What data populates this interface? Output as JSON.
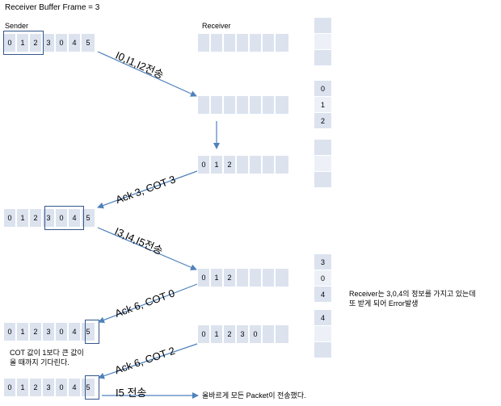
{
  "title": "Receiver Buffer Frame = 3",
  "sender_label": "Sender",
  "receiver_label": "Receiver",
  "sender_rows": [
    [
      "0",
      "1",
      "2",
      "3",
      "0",
      "4",
      "5"
    ],
    [
      "0",
      "1",
      "2",
      "3",
      "0",
      "4",
      "5"
    ],
    [
      "0",
      "1",
      "2",
      "3",
      "0",
      "4",
      "5"
    ],
    [
      "0",
      "1",
      "2",
      "3",
      "0",
      "4",
      "5"
    ]
  ],
  "receiver_rows": [
    [
      "",
      "",
      "",
      "",
      "",
      "",
      ""
    ],
    [
      "",
      "",
      "",
      "",
      "",
      "",
      ""
    ],
    [
      "0",
      "1",
      "2",
      "",
      "",
      "",
      ""
    ],
    [
      "0",
      "1",
      "2",
      "",
      "",
      "",
      ""
    ],
    [
      "0",
      "1",
      "2",
      "3",
      "0",
      "",
      ""
    ]
  ],
  "frame_columns": [
    [
      "",
      "",
      ""
    ],
    [
      "0",
      "1",
      "2"
    ],
    [
      "",
      "",
      ""
    ],
    [
      "3",
      "0",
      "4"
    ],
    [
      "4",
      "",
      ""
    ]
  ],
  "arrow_labels": {
    "send1": "I0,I1,I2전송",
    "ack1": "Ack 3, COT 3",
    "send2": "I3,I4,I5전송",
    "ack2": "Ack 6, COT 0",
    "ack3": "Ack 6, COT 2",
    "send3": "I5 전송"
  },
  "notes": {
    "error_line1": "Receiver는 3,0,4의 정보를 가지고 있는데",
    "error_line2": "또 받게 되어 Error발생",
    "cot_line1": "COT 값이 1보다 큰 값이",
    "cot_line2": "올 때까지 기다린다.",
    "done": "올바르게 모든 Packet이 전송했다."
  },
  "colors": {
    "cell": "#dce3ef",
    "highlight": "#34578a",
    "arrow": "#4f81bd"
  }
}
